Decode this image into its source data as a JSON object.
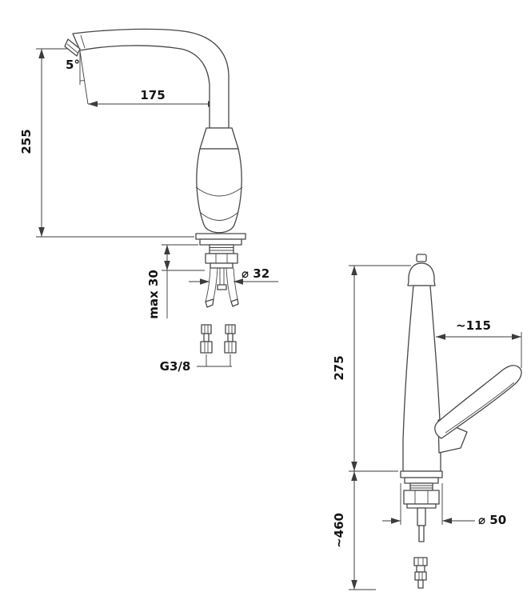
{
  "left_view": {
    "angle_label": "5°",
    "reach_label": "175",
    "height_label": "255",
    "mount_label": "max 30",
    "diameter_label": "⌀ 32",
    "thread_label": "G3/8"
  },
  "right_view": {
    "reach_label": "~115",
    "height_label": "275",
    "diameter_label": "⌀ 50",
    "hose_label": "~460"
  },
  "colors": {
    "line": "#474747",
    "dimension_line": "#3c3c3c",
    "text": "#141414",
    "background": "#ffffff"
  }
}
